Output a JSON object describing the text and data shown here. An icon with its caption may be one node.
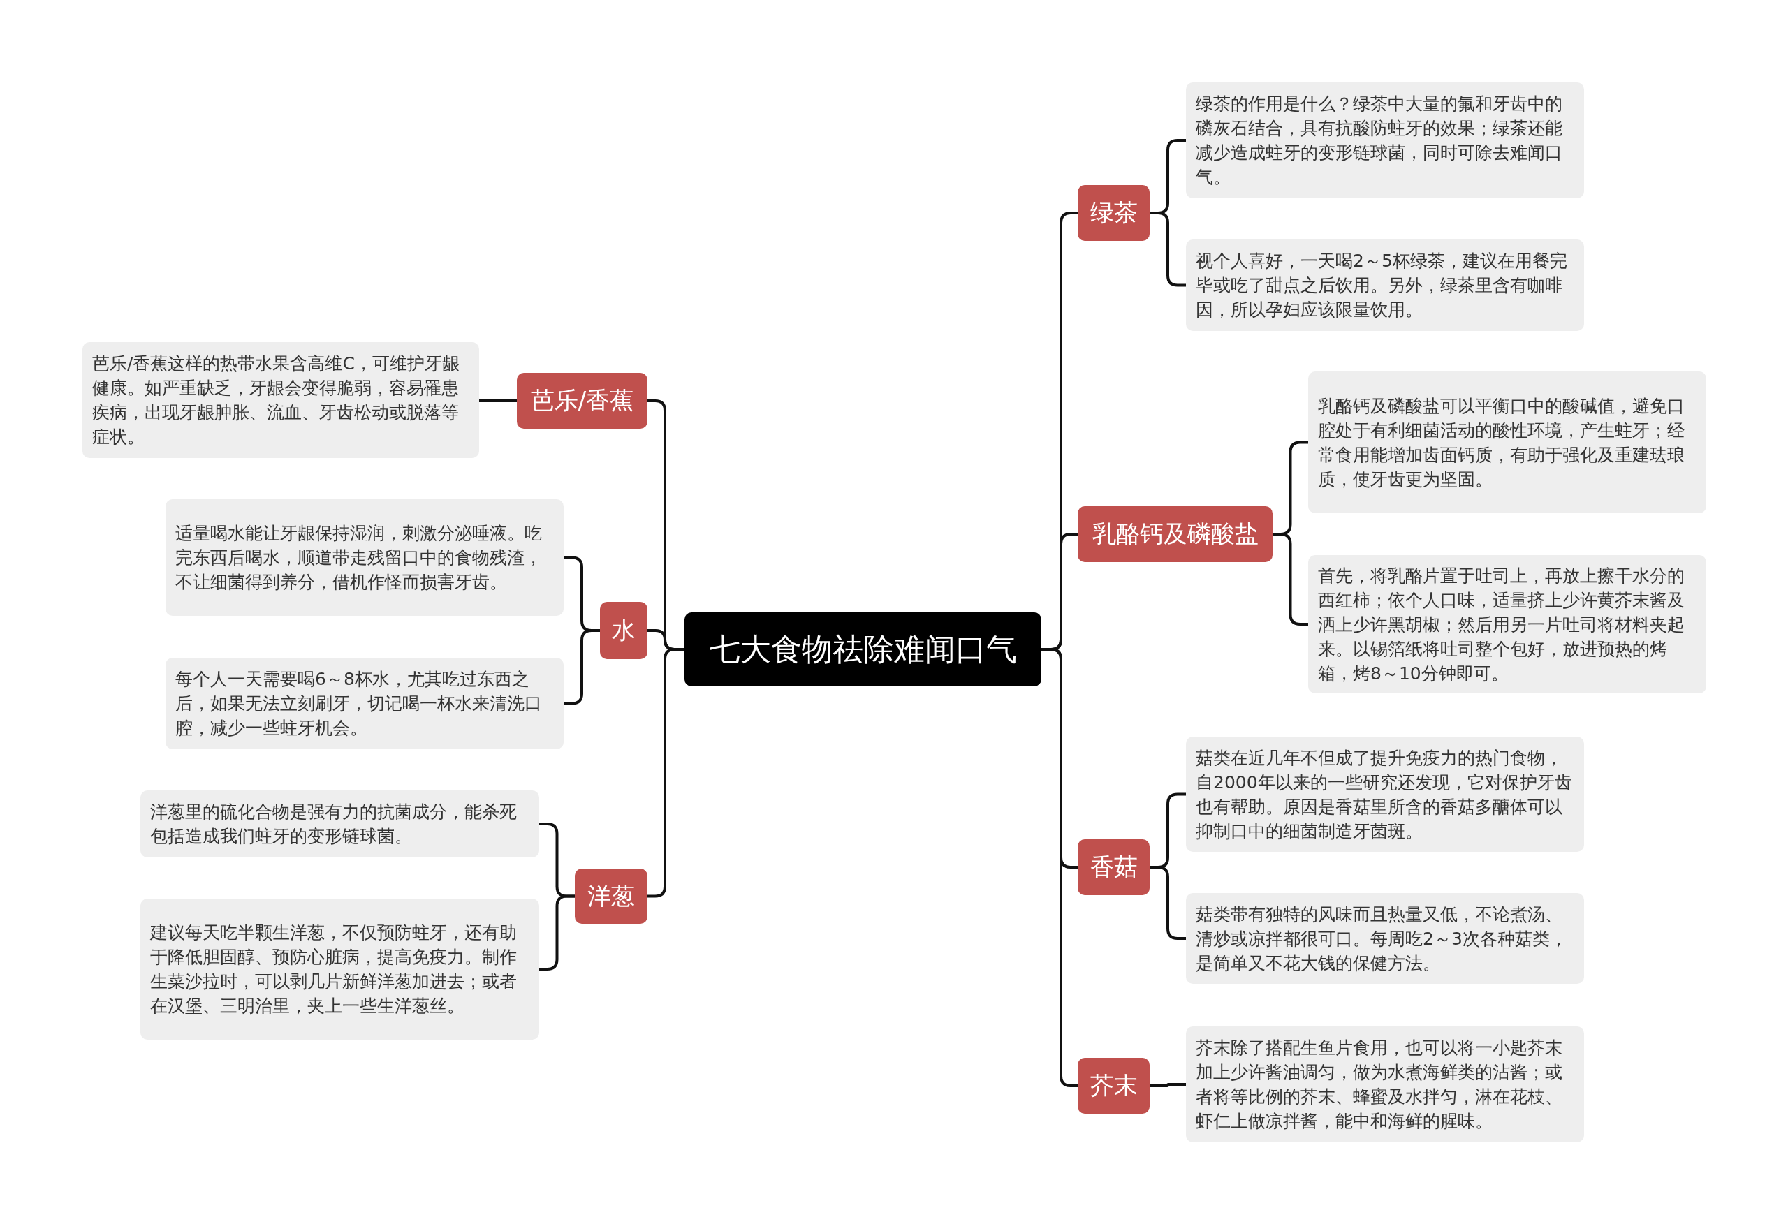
{
  "diagram": {
    "nodes": [
      {
        "text": [
          "七大食物祛除难闻口气"
        ]
      },
      {
        "text": [
          "芭乐/香蕉"
        ]
      },
      {
        "text": [
          "芭乐/香蕉这样的热带水果含高维C，可维护牙龈健康。如严重缺乏，牙龈会变得脆弱，容易罹患疾病，出现牙龈肿胀、流血、牙齿松动或脱落等症状。"
        ]
      },
      {
        "text": [
          "水"
        ]
      },
      {
        "text": [
          "适量喝水能让牙龈保持湿润，刺激分泌唾液。吃完东西后喝水，顺道带走残留口中的食物残渣，不让细菌得到养分，借机作怪而损害牙齿。"
        ]
      },
      {
        "text": [
          "每个人一天需要喝6～8杯水，尤其吃过东西之后，如果无法立刻刷牙，切记喝一杯水来清洗口腔，减少一些蛀牙机会。"
        ]
      },
      {
        "text": [
          "洋葱"
        ]
      },
      {
        "text": [
          "洋葱里的硫化合物是强有力的抗菌成分，能杀死包括造成我们蛀牙的变形链球菌。"
        ]
      },
      {
        "text": [
          "建议每天吃半颗生洋葱，不仅预防蛀牙，还有助于降低胆固醇、预防心脏病，提高免疫力。制作生菜沙拉时，可以剥几片新鲜洋葱加进去；或者在汉堡、三明治里，夹上一些生洋葱丝。"
        ]
      },
      {
        "text": [
          "绿茶"
        ]
      },
      {
        "text": [
          "绿茶的作用是什么？绿茶中大量的氟和牙齿中的磷灰石结合，具有抗酸防蛀牙的效果；绿茶还能减少造成蛀牙的变形链球菌，同时可除去难闻口气。"
        ]
      },
      {
        "text": [
          "视个人喜好，一天喝2～5杯绿茶，建议在用餐完毕或吃了甜点之后饮用。另外，绿茶里含有咖啡因，所以孕妇应该限量饮用。"
        ]
      },
      {
        "text": [
          "乳酪钙及磷酸盐"
        ]
      },
      {
        "text": [
          "乳酪钙及磷酸盐可以平衡口中的酸碱值，避免口腔处于有利细菌活动的酸性环境，产生蛀牙；经常食用能增加齿面钙质，有助于强化及重建珐琅质，使牙齿更为坚固。"
        ]
      },
      {
        "text": [
          "首先，将乳酪片置于吐司上，再放上擦干水分的西红柿；依个人口味，适量挤上少许黄芥末酱及洒上少许黑胡椒；然后用另一片吐司将材料夹起来。以锡箔纸将吐司整个包好，放进预热的烤箱，烤8～10分钟即可。"
        ]
      },
      {
        "text": [
          "香菇"
        ]
      },
      {
        "text": [
          "菇类在近几年不但成了提升免疫力的热门食物，自2000年以来的一些研究还发现，它对保护牙齿也有帮助。原因是香菇里所含的香菇多醣体可以抑制口中的细菌制造牙菌斑。"
        ]
      },
      {
        "text": [
          "菇类带有独特的风味而且热量又低，不论煮汤、清炒或凉拌都很可口。每周吃2～3次各种菇类，是简单又不花大钱的保健方法。"
        ]
      },
      {
        "text": [
          "芥末"
        ]
      },
      {
        "text": [
          "芥末除了搭配生鱼片食用，也可以将一小匙芥末加上少许酱油调匀，做为水煮海鲜类的沾酱；或者将等比例的芥末、蜂蜜及水拌匀，淋在花枝、虾仁上做凉拌酱，能中和海鲜的腥味。"
        ]
      }
    ],
    "edges": [
      {
        "from": 0,
        "to": 1,
        "arrow": "none"
      },
      {
        "from": 1,
        "to": 2,
        "arrow": "none"
      },
      {
        "from": 0,
        "to": 3,
        "arrow": "none"
      },
      {
        "from": 3,
        "to": 4,
        "arrow": "none"
      },
      {
        "from": 3,
        "to": 5,
        "arrow": "none"
      },
      {
        "from": 0,
        "to": 6,
        "arrow": "none"
      },
      {
        "from": 6,
        "to": 7,
        "arrow": "none"
      },
      {
        "from": 6,
        "to": 8,
        "arrow": "none"
      },
      {
        "from": 0,
        "to": 9,
        "arrow": "none"
      },
      {
        "from": 9,
        "to": 10,
        "arrow": "none"
      },
      {
        "from": 9,
        "to": 11,
        "arrow": "none"
      },
      {
        "from": 0,
        "to": 12,
        "arrow": "none"
      },
      {
        "from": 12,
        "to": 13,
        "arrow": "none"
      },
      {
        "from": 12,
        "to": 14,
        "arrow": "none"
      },
      {
        "from": 0,
        "to": 15,
        "arrow": "none"
      },
      {
        "from": 15,
        "to": 16,
        "arrow": "none"
      },
      {
        "from": 15,
        "to": 17,
        "arrow": "none"
      },
      {
        "from": 0,
        "to": 18,
        "arrow": "none"
      },
      {
        "from": 18,
        "to": 19,
        "arrow": "none"
      }
    ]
  }
}
